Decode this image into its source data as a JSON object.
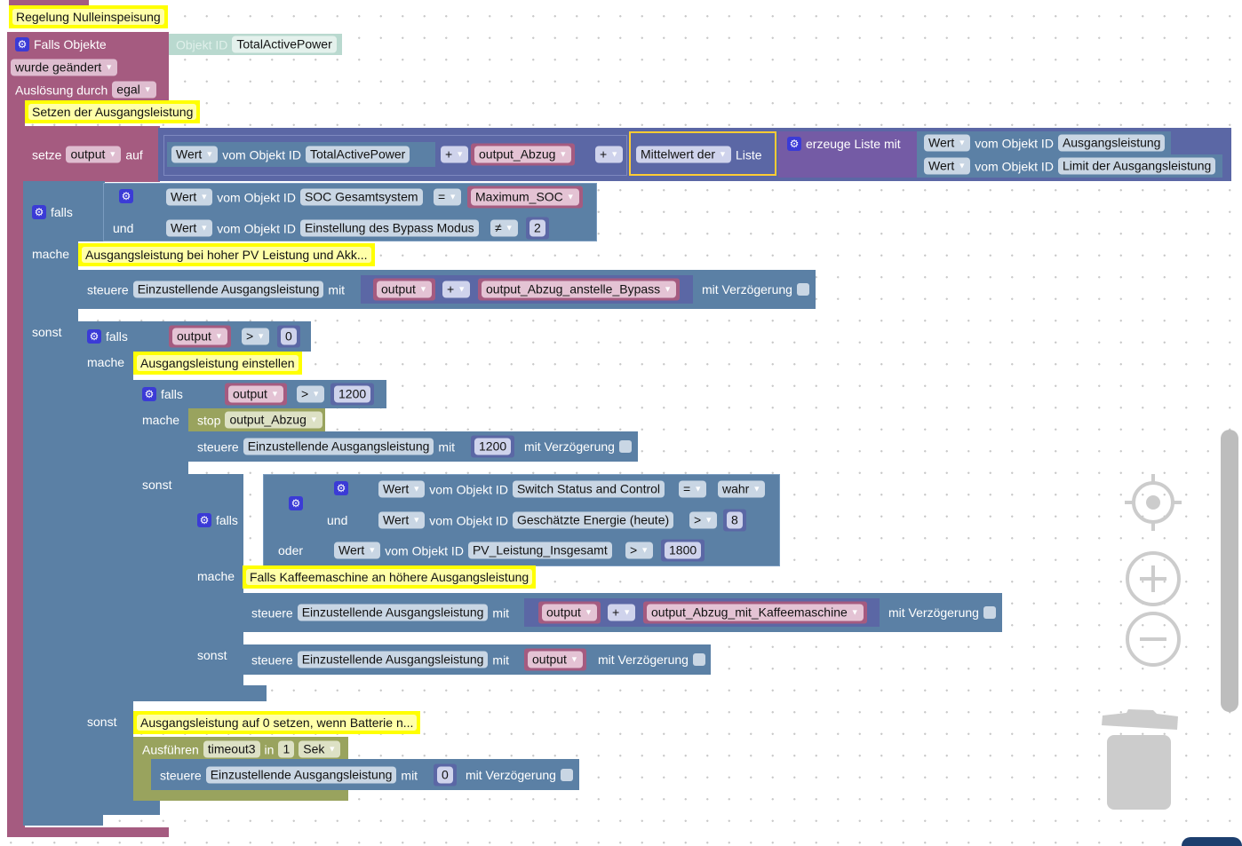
{
  "palette": {
    "trigger": "#a55b80",
    "logic": "#5b80a5",
    "math": "#5b67a5",
    "list": "#745ba5",
    "timer": "#99a35e",
    "comment": "#ffff00"
  },
  "comments": {
    "c1": "Regelung Nulleinspeisung",
    "c2": "Setzen der Ausgangsleistung",
    "c3": "Ausgangsleistung bei hoher PV Leistung und Akk...",
    "c4": "Ausgangsleistung einstellen",
    "c5": "Falls Kaffeemaschine an höhere Ausgangsleistung",
    "c6": "Ausgangsleistung auf 0 setzen, wenn Batterie n..."
  },
  "rows": {
    "trig_head": [
      {
        "t": "g"
      },
      {
        "t": "l",
        "v": "Falls Objekte"
      }
    ],
    "objid": [
      {
        "t": "l",
        "v": "Objekt ID",
        "k": "lt"
      },
      {
        "t": "f",
        "v": "TotalActivePower",
        "k": "teal"
      }
    ],
    "trig_event": [
      {
        "t": "d",
        "v": "wurde geändert",
        "k": "trig"
      }
    ],
    "trig_by": [
      {
        "t": "l",
        "v": "Auslösung durch"
      },
      {
        "t": "d",
        "v": "egal",
        "k": "trig"
      }
    ],
    "set": [
      {
        "t": "l",
        "v": "setze"
      },
      {
        "t": "d",
        "v": "output",
        "k": "trig"
      },
      {
        "t": "l",
        "v": "auf"
      }
    ],
    "wert1": [
      {
        "t": "d",
        "v": "Wert",
        "k": "obj"
      },
      {
        "t": "l",
        "v": "vom Objekt ID"
      },
      {
        "t": "f",
        "v": "TotalActivePower",
        "k": "obj"
      }
    ],
    "plus1": [
      {
        "t": "d",
        "v": "+",
        "k": "op"
      }
    ],
    "var1": [
      {
        "t": "v",
        "v": "output_Abzug"
      }
    ],
    "plus2": [
      {
        "t": "d",
        "v": "+",
        "k": "op"
      }
    ],
    "avg": [
      {
        "t": "d",
        "v": "Mittelwert der",
        "k": "op"
      },
      {
        "t": "l",
        "v": "Liste"
      }
    ],
    "list": [
      {
        "t": "g"
      },
      {
        "t": "l",
        "v": "erzeuge Liste mit"
      }
    ],
    "wert2": [
      {
        "t": "d",
        "v": "Wert",
        "k": "obj"
      },
      {
        "t": "l",
        "v": "vom Objekt ID"
      },
      {
        "t": "f",
        "v": "Ausgangsleistung",
        "k": "obj"
      }
    ],
    "wert3": [
      {
        "t": "d",
        "v": "Wert",
        "k": "obj"
      },
      {
        "t": "l",
        "v": "vom Objekt ID"
      },
      {
        "t": "f",
        "v": "Limit der Ausgangsleistung",
        "k": "obj"
      }
    ],
    "if1": [
      {
        "t": "g"
      },
      {
        "t": "l",
        "v": "falls"
      }
    ],
    "and1gear": [
      {
        "t": "g"
      }
    ],
    "und1": [
      {
        "t": "l",
        "v": "und"
      }
    ],
    "cmp1": [
      {
        "t": "d",
        "v": "Wert",
        "k": "obj"
      },
      {
        "t": "l",
        "v": "vom Objekt ID"
      },
      {
        "t": "f",
        "v": "SOC Gesamtsystem",
        "k": "obj"
      }
    ],
    "cmp1op": [
      {
        "t": "d",
        "v": "=",
        "k": "obj"
      }
    ],
    "cmp1var": [
      {
        "t": "v",
        "v": "Maximum_SOC"
      }
    ],
    "cmp2": [
      {
        "t": "d",
        "v": "Wert",
        "k": "obj"
      },
      {
        "t": "l",
        "v": "vom Objekt ID"
      },
      {
        "t": "f",
        "v": "Einstellung des Bypass Modus",
        "k": "obj"
      }
    ],
    "cmp2op": [
      {
        "t": "d",
        "v": "≠",
        "k": "obj"
      }
    ],
    "cmp2num": [
      {
        "t": "n",
        "v": "2"
      }
    ],
    "mache1": [
      {
        "t": "l",
        "v": "mache"
      }
    ],
    "st1": [
      {
        "t": "l",
        "v": "steuere"
      },
      {
        "t": "f",
        "v": "Einzustellende Ausgangsleistung",
        "k": "obj"
      },
      {
        "t": "l",
        "v": "mit"
      }
    ],
    "st1var": [
      {
        "t": "v",
        "v": "output"
      }
    ],
    "st1op": [
      {
        "t": "d",
        "v": "+",
        "k": "op"
      }
    ],
    "st1var2": [
      {
        "t": "v",
        "v": "output_Abzug_anstelle_Bypass"
      }
    ],
    "st1tail": [
      {
        "t": "l",
        "v": "mit Verzögerung"
      },
      {
        "t": "cb"
      }
    ],
    "sonst1": [
      {
        "t": "l",
        "v": "sonst"
      }
    ],
    "if2": [
      {
        "t": "g"
      },
      {
        "t": "l",
        "v": "falls"
      }
    ],
    "if2var": [
      {
        "t": "v",
        "v": "output"
      }
    ],
    "if2op": [
      {
        "t": "d",
        "v": ">",
        "k": "obj"
      }
    ],
    "if2num": [
      {
        "t": "n",
        "v": "0"
      }
    ],
    "mache2": [
      {
        "t": "l",
        "v": "mache"
      }
    ],
    "if3": [
      {
        "t": "g"
      },
      {
        "t": "l",
        "v": "falls"
      }
    ],
    "if3var": [
      {
        "t": "v",
        "v": "output"
      }
    ],
    "if3op": [
      {
        "t": "d",
        "v": ">",
        "k": "obj"
      }
    ],
    "if3num": [
      {
        "t": "n",
        "v": "1200"
      }
    ],
    "mache3": [
      {
        "t": "l",
        "v": "mache"
      }
    ],
    "stop": [
      {
        "t": "l",
        "v": "stop"
      },
      {
        "t": "d",
        "v": "output_Abzug",
        "k": "olive"
      }
    ],
    "st2": [
      {
        "t": "l",
        "v": "steuere"
      },
      {
        "t": "f",
        "v": "Einzustellende Ausgangsleistung",
        "k": "obj"
      },
      {
        "t": "l",
        "v": "mit"
      }
    ],
    "st2num": [
      {
        "t": "n",
        "v": "1200"
      }
    ],
    "st2tail": [
      {
        "t": "l",
        "v": "mit Verzögerung"
      },
      {
        "t": "cb"
      }
    ],
    "sonst3": [
      {
        "t": "l",
        "v": "sonst"
      }
    ],
    "if4": [
      {
        "t": "g"
      },
      {
        "t": "l",
        "v": "falls"
      }
    ],
    "orgear": [
      {
        "t": "g"
      }
    ],
    "and2gear": [
      {
        "t": "g"
      }
    ],
    "und2": [
      {
        "t": "l",
        "v": "und"
      }
    ],
    "oder": [
      {
        "t": "l",
        "v": "oder"
      }
    ],
    "cmp3": [
      {
        "t": "d",
        "v": "Wert",
        "k": "obj"
      },
      {
        "t": "l",
        "v": "vom Objekt ID"
      },
      {
        "t": "f",
        "v": "Switch Status and Control",
        "k": "obj"
      }
    ],
    "cmp3op": [
      {
        "t": "d",
        "v": "=",
        "k": "obj"
      }
    ],
    "cmp3val": [
      {
        "t": "d",
        "v": "wahr",
        "k": "obj"
      }
    ],
    "cmp4": [
      {
        "t": "d",
        "v": "Wert",
        "k": "obj"
      },
      {
        "t": "l",
        "v": "vom Objekt ID"
      },
      {
        "t": "f",
        "v": "Geschätzte Energie (heute)",
        "k": "obj"
      }
    ],
    "cmp4op": [
      {
        "t": "d",
        "v": ">",
        "k": "obj"
      }
    ],
    "cmp4num": [
      {
        "t": "n",
        "v": "8"
      }
    ],
    "cmp5": [
      {
        "t": "d",
        "v": "Wert",
        "k": "obj"
      },
      {
        "t": "l",
        "v": "vom Objekt ID"
      },
      {
        "t": "f",
        "v": "PV_Leistung_Insgesamt",
        "k": "obj"
      }
    ],
    "cmp5op": [
      {
        "t": "d",
        "v": ">",
        "k": "obj"
      }
    ],
    "cmp5num": [
      {
        "t": "n",
        "v": "1800"
      }
    ],
    "mache4": [
      {
        "t": "l",
        "v": "mache"
      }
    ],
    "st3": [
      {
        "t": "l",
        "v": "steuere"
      },
      {
        "t": "f",
        "v": "Einzustellende Ausgangsleistung",
        "k": "obj"
      },
      {
        "t": "l",
        "v": "mit"
      }
    ],
    "st3var": [
      {
        "t": "v",
        "v": "output"
      }
    ],
    "st3op": [
      {
        "t": "d",
        "v": "+",
        "k": "op"
      }
    ],
    "st3var2": [
      {
        "t": "v",
        "v": "output_Abzug_mit_Kaffeemaschine"
      }
    ],
    "st3tail": [
      {
        "t": "l",
        "v": "mit Verzögerung"
      },
      {
        "t": "cb"
      }
    ],
    "sonst4": [
      {
        "t": "l",
        "v": "sonst"
      }
    ],
    "st4": [
      {
        "t": "l",
        "v": "steuere"
      },
      {
        "t": "f",
        "v": "Einzustellende Ausgangsleistung",
        "k": "obj"
      },
      {
        "t": "l",
        "v": "mit"
      }
    ],
    "st4var": [
      {
        "t": "v",
        "v": "output"
      }
    ],
    "st4tail": [
      {
        "t": "l",
        "v": "mit Verzögerung"
      },
      {
        "t": "cb"
      }
    ],
    "sonst2": [
      {
        "t": "l",
        "v": "sonst"
      }
    ],
    "timer": [
      {
        "t": "l",
        "v": "Ausführen"
      },
      {
        "t": "f",
        "v": "timeout3",
        "k": "olive"
      },
      {
        "t": "l",
        "v": "in"
      },
      {
        "t": "f",
        "v": "1",
        "k": "olive"
      },
      {
        "t": "d",
        "v": "Sek",
        "k": "olive"
      }
    ],
    "st5": [
      {
        "t": "l",
        "v": "steuere"
      },
      {
        "t": "f",
        "v": "Einzustellende Ausgangsleistung",
        "k": "obj"
      },
      {
        "t": "l",
        "v": "mit"
      }
    ],
    "st5num": [
      {
        "t": "n",
        "v": "0"
      }
    ],
    "st5tail": [
      {
        "t": "l",
        "v": "mit Verzögerung"
      },
      {
        "t": "cb"
      }
    ]
  }
}
